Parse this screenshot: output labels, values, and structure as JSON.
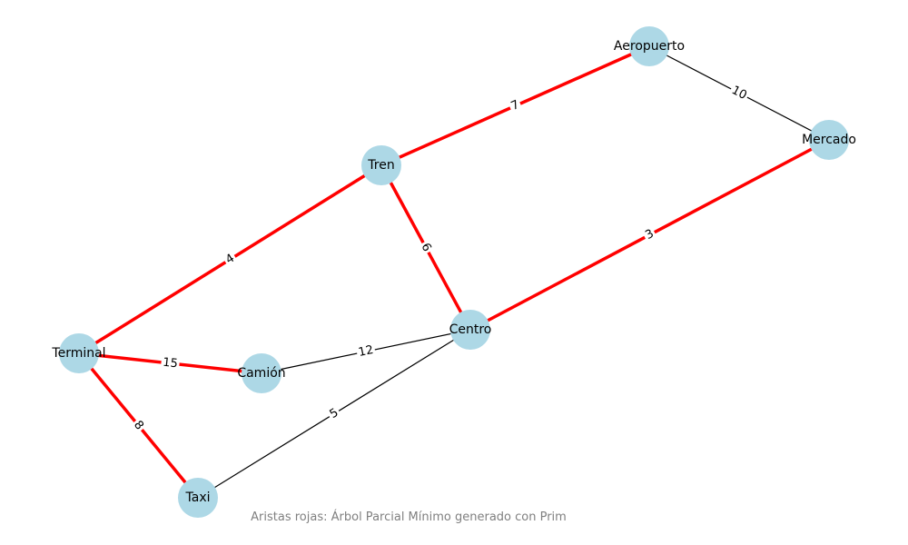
{
  "diagram": {
    "type": "weighted-graph",
    "nodes": [
      {
        "id": "Aeropuerto",
        "label": "Aeropuerto"
      },
      {
        "id": "Mercado",
        "label": "Mercado"
      },
      {
        "id": "Tren",
        "label": "Tren"
      },
      {
        "id": "Centro",
        "label": "Centro"
      },
      {
        "id": "Terminal",
        "label": "Terminal"
      },
      {
        "id": "Camion",
        "label": "Camión"
      },
      {
        "id": "Taxi",
        "label": "Taxi"
      }
    ],
    "edges": [
      {
        "from": "Tren",
        "to": "Aeropuerto",
        "weight": "7",
        "mst": true
      },
      {
        "from": "Aeropuerto",
        "to": "Mercado",
        "weight": "10",
        "mst": false
      },
      {
        "from": "Centro",
        "to": "Mercado",
        "weight": "3",
        "mst": true
      },
      {
        "from": "Tren",
        "to": "Centro",
        "weight": "6",
        "mst": true
      },
      {
        "from": "Terminal",
        "to": "Tren",
        "weight": "4",
        "mst": true
      },
      {
        "from": "Terminal",
        "to": "Camion",
        "weight": "15",
        "mst": true
      },
      {
        "from": "Camion",
        "to": "Centro",
        "weight": "12",
        "mst": false
      },
      {
        "from": "Taxi",
        "to": "Centro",
        "weight": "5",
        "mst": false
      },
      {
        "from": "Terminal",
        "to": "Taxi",
        "weight": "8",
        "mst": true
      }
    ],
    "caption": "Aristas rojas: Árbol Parcial Mínimo generado con Prim",
    "colors": {
      "node_fill": "#add8e6",
      "mst_edge": "#ff0000",
      "normal_edge": "#000000",
      "caption": "#808080",
      "label_bg": "#ffffff"
    }
  }
}
